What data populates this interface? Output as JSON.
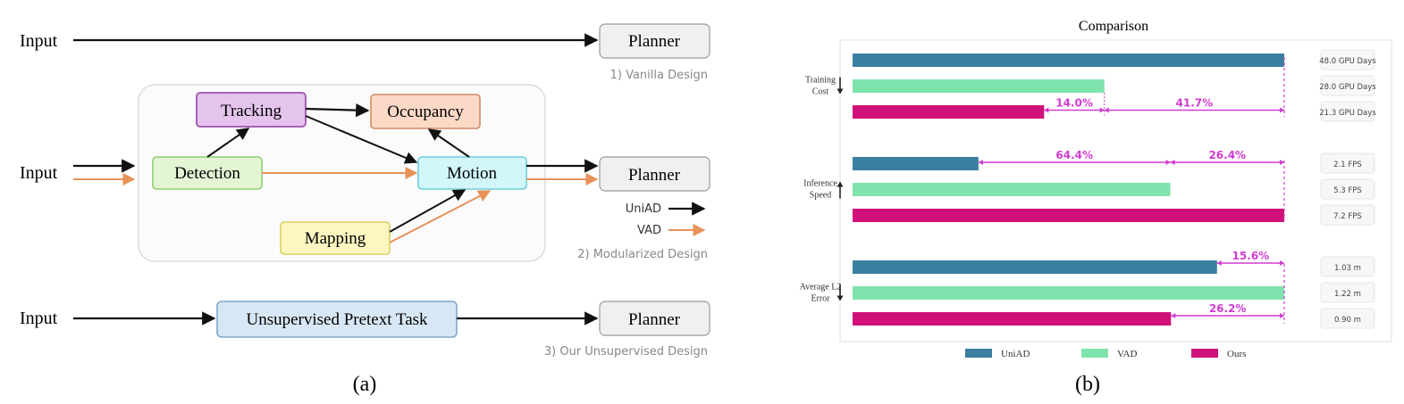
{
  "panel_a": {
    "caption": "(a)",
    "input_label": "Input",
    "planner_label": "Planner",
    "designs": [
      {
        "caption": "1) Vanilla Design"
      },
      {
        "caption": "2) Modularized Design"
      },
      {
        "caption": "3) Our Unsupervised Design"
      }
    ],
    "modules": {
      "tracking": "Tracking",
      "occupancy": "Occupancy",
      "detection": "Detection",
      "motion": "Motion",
      "mapping": "Mapping"
    },
    "pretext_task": "Unsupervised Pretext Task",
    "legend": [
      {
        "label": "UniAD",
        "color": "#111111"
      },
      {
        "label": "VAD",
        "color": "#e8925a"
      }
    ],
    "colors": {
      "tracking": "#e4c3ec",
      "occupancy": "#fbd9c6",
      "detection": "#e3f5d3",
      "motion": "#d2f6fa",
      "mapping": "#fdf6c0",
      "pretext": "#d8e7f5",
      "planner": "#f0f0f0"
    }
  },
  "panel_b": {
    "caption": "(b)",
    "chart_data": {
      "type": "bar",
      "orientation": "horizontal",
      "title": "Comparison",
      "groups": [
        {
          "label": "Training Cost",
          "arrow": "down",
          "unit": "GPU Days",
          "series_values": {
            "UniAD": 48.0,
            "VAD": 28.0,
            "Ours": 21.3
          },
          "value_labels": [
            "48.0 GPU Days",
            "28.0 GPU Days",
            "21.3 GPU Days"
          ],
          "annotations": [
            "14.0%",
            "41.7%"
          ]
        },
        {
          "label": "Inference Speed",
          "arrow": "up",
          "unit": "FPS",
          "series_values": {
            "UniAD": 2.1,
            "VAD": 5.3,
            "Ours": 7.2
          },
          "value_labels": [
            "2.1 FPS",
            "5.3 FPS",
            "7.2 FPS"
          ],
          "annotations": [
            "64.4%",
            "26.4%"
          ]
        },
        {
          "label": "Average L2 Error",
          "arrow": "down",
          "unit": "m",
          "series_values": {
            "UniAD": 1.03,
            "VAD": 1.22,
            "Ours": 0.9
          },
          "value_labels": [
            "1.03 m",
            "1.22 m",
            "0.90 m"
          ],
          "annotations": [
            "15.6%",
            "26.2%"
          ]
        }
      ],
      "series": [
        {
          "name": "UniAD",
          "color": "#3a7fa0"
        },
        {
          "name": "VAD",
          "color": "#7fe3ad"
        },
        {
          "name": "Ours",
          "color": "#d0117a"
        }
      ],
      "annotation_color": "#d03cd0",
      "legend_position": "bottom"
    }
  }
}
